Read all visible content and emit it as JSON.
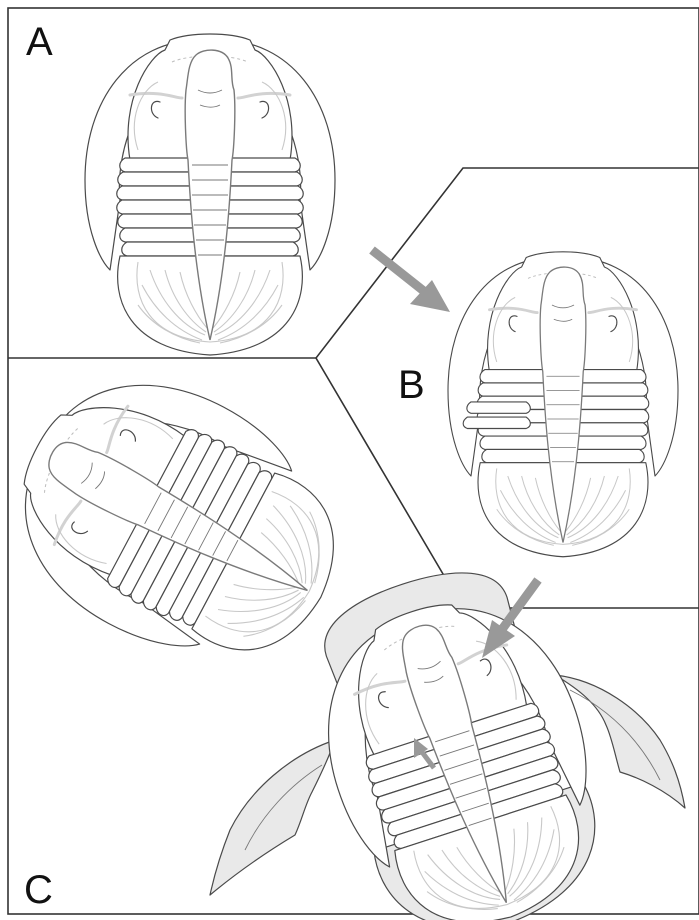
{
  "panels": {
    "a": {
      "label": "A"
    },
    "b": {
      "label": "B"
    },
    "c": {
      "label": "C"
    }
  },
  "colors": {
    "outline": "#4a4a4a",
    "arrow": "#999999",
    "fill_gray": "#e9e9e9",
    "frame": "#333333"
  }
}
